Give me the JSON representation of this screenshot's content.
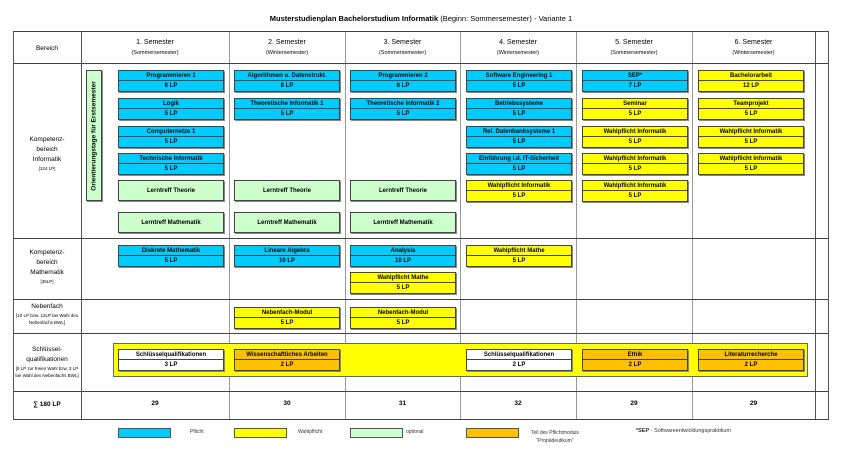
{
  "title": {
    "main": "Musterstudienplan Bachelorstudium Informatik",
    "sub": "(Beginn: Sommersemester) - Variante 1"
  },
  "header": {
    "area": "Bereich",
    "semesters": [
      {
        "label": "1. Semester",
        "sub": "(Sommersemester)"
      },
      {
        "label": "2. Semester",
        "sub": "(Wintersemester)"
      },
      {
        "label": "3. Semester",
        "sub": "(Sommersemester)"
      },
      {
        "label": "4. Semester",
        "sub": "(Wintersemester)"
      },
      {
        "label": "5. Semester",
        "sub": "(Sommersemester)"
      },
      {
        "label": "6. Semester",
        "sub": "(Wintersemester)"
      }
    ]
  },
  "areas": {
    "informatik": {
      "name": "Kompetenz-bereich Informatik",
      "note": "[124 LP]"
    },
    "mathematik": {
      "name": "Kompetenz-bereich Mathematik",
      "note": "[35LP]"
    },
    "nebenfach": {
      "name": "Nebenfach",
      "note": "[10 LP bzw. 12LP bei Wahl des Nebenfachs BWL]"
    },
    "schluessel": {
      "name": "Schlüssel-qualifikationen",
      "note": "[5 LP zur freien Wahl bzw. 3 LP bei Wahl des Nebenfachs BWL]"
    },
    "sum": {
      "name": "∑ 180 LP"
    }
  },
  "orientation": "Orientierungstage für Erstsemester",
  "colors": {
    "pflicht": "#00ccff",
    "wahlpflicht": "#ffff00",
    "optional": "#ccffcc",
    "propaedeutikum": "#ffc000",
    "frei": "#ffffff"
  },
  "modules": {
    "informatik": [
      [
        {
          "n": "Programmieren 1",
          "lp": "6 LP",
          "t": "pflicht"
        },
        {
          "n": "Logik",
          "lp": "5 LP",
          "t": "pflicht"
        },
        {
          "n": "Computernetze 1",
          "lp": "5 LP",
          "t": "pflicht"
        },
        {
          "n": "Technische Informatik",
          "lp": "5 LP",
          "t": "pflicht"
        },
        {
          "n": "Lerntreff Theorie",
          "t": "optional"
        },
        {
          "n": "Lerntreff Mathematik",
          "t": "optional"
        }
      ],
      [
        {
          "n": "Algorithmen u. Datenstrukt.",
          "lp": "8 LP",
          "t": "pflicht"
        },
        {
          "n": "Theoretische Informatik 1",
          "lp": "5 LP",
          "t": "pflicht"
        },
        null,
        null,
        {
          "n": "Lerntreff Theorie",
          "t": "optional"
        },
        {
          "n": "Lerntreff Mathematik",
          "t": "optional"
        }
      ],
      [
        {
          "n": "Programmieren 2",
          "lp": "6 LP",
          "t": "pflicht"
        },
        {
          "n": "Theoretische Informatik 2",
          "lp": "5 LP",
          "t": "pflicht"
        },
        null,
        null,
        {
          "n": "Lerntreff Theorie",
          "t": "optional"
        },
        {
          "n": "Lerntreff Mathematik",
          "t": "optional"
        }
      ],
      [
        {
          "n": "Software Engineering 1",
          "lp": "5 LP",
          "t": "pflicht"
        },
        {
          "n": "Betriebssysteme",
          "lp": "5 LP",
          "t": "pflicht"
        },
        {
          "n": "Rel. Datenbanksysteme 1",
          "lp": "5 LP",
          "t": "pflicht"
        },
        {
          "n": "Einführung i.d. IT-Sicherheit",
          "lp": "5 LP",
          "t": "pflicht"
        },
        {
          "n": "Wahlpflicht Informatik",
          "lp": "5 LP",
          "t": "wahlpflicht"
        }
      ],
      [
        {
          "n": "SEP*",
          "lp": "7 LP",
          "t": "pflicht"
        },
        {
          "n": "Seminar",
          "lp": "5 LP",
          "t": "wahlpflicht"
        },
        {
          "n": "Wahlpflicht Informatik",
          "lp": "5 LP",
          "t": "wahlpflicht"
        },
        {
          "n": "Wahlpflicht Informatik",
          "lp": "5 LP",
          "t": "wahlpflicht"
        },
        {
          "n": "Wahlpflicht Informatik",
          "lp": "5 LP",
          "t": "wahlpflicht"
        }
      ],
      [
        {
          "n": "Bachelorarbeit",
          "lp": "12 LP",
          "t": "wahlpflicht"
        },
        {
          "n": "Teamprojekt",
          "lp": "5 LP",
          "t": "wahlpflicht"
        },
        {
          "n": "Wahlpflicht Informatik",
          "lp": "5 LP",
          "t": "wahlpflicht"
        },
        {
          "n": "Wahlpflicht Informatik",
          "lp": "5 LP",
          "t": "wahlpflicht"
        }
      ]
    ],
    "mathematik": [
      [
        {
          "n": "Diskrete Mathematik",
          "lp": "5 LP",
          "t": "pflicht"
        }
      ],
      [
        {
          "n": "Lineare Algebra",
          "lp": "10 LP",
          "t": "pflicht"
        }
      ],
      [
        {
          "n": "Analysis",
          "lp": "10 LP",
          "t": "pflicht"
        },
        {
          "n": "Wahlpflicht Mathe",
          "lp": "5 LP",
          "t": "wahlpflicht"
        }
      ],
      [
        {
          "n": "Wahlpflicht Mathe",
          "lp": "5 LP",
          "t": "wahlpflicht"
        }
      ],
      [],
      []
    ],
    "nebenfach": [
      [],
      [
        {
          "n": "Nebenfach-Modul",
          "lp": "5 LP",
          "t": "wahlpflicht"
        }
      ],
      [
        {
          "n": "Nebenfach-Modul",
          "lp": "5 LP",
          "t": "wahlpflicht"
        }
      ],
      [],
      [],
      []
    ],
    "schluessel": [
      [
        {
          "n": "Schlüsselqualifikationen",
          "lp": "3 LP",
          "t": "frei"
        }
      ],
      [
        {
          "n": "Wissenschaftliches Arbeiten",
          "lp": "2 LP",
          "t": "propaedeutikum"
        }
      ],
      [],
      [
        {
          "n": "Schlüsselqualifikationen",
          "lp": "2 LP",
          "t": "frei"
        }
      ],
      [
        {
          "n": "Ethik",
          "lp": "2 LP",
          "t": "propaedeutikum"
        }
      ],
      [
        {
          "n": "Literaturrecherche",
          "lp": "2 LP",
          "t": "propaedeutikum"
        }
      ]
    ]
  },
  "sums": [
    "29",
    "30",
    "31",
    "32",
    "29",
    "29"
  ],
  "legend": [
    {
      "label": "Pflicht",
      "t": "pflicht"
    },
    {
      "label": "Wahlpflicht",
      "t": "wahlpflicht"
    },
    {
      "label": "optional",
      "t": "optional"
    },
    {
      "label": "Teil des Pflichtmoduls \"Propädeutikum\"",
      "t": "propaedeutikum"
    }
  ],
  "footnote": {
    "key": "*SEP",
    "text": " - Softwareentwicklungspraktikum"
  }
}
